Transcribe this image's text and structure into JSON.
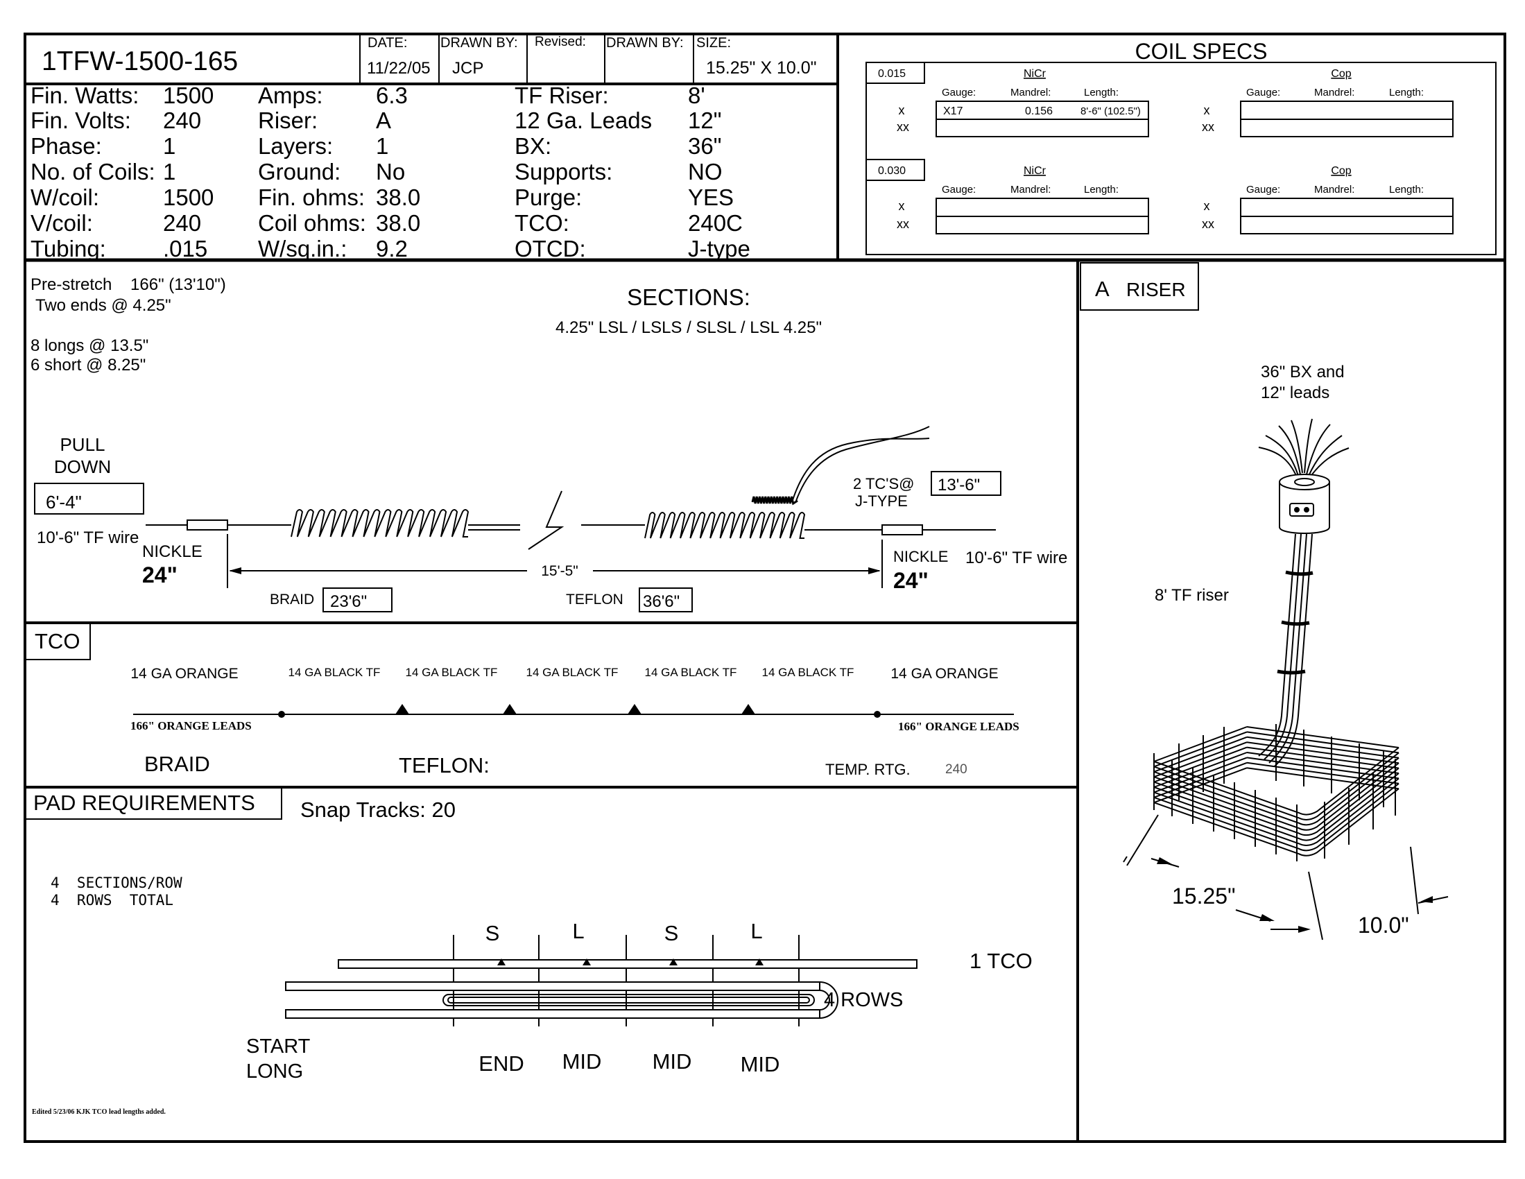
{
  "title_block": {
    "part_number": "1TFW-1500-165",
    "date_label": "DATE:",
    "date_value": "11/22/05",
    "drawn_by_label": "DRAWN BY:",
    "drawn_by_value": "JCP",
    "revised_label": "Revised:",
    "drawn_by2_label": "DRAWN BY:",
    "size_label": "SIZE:",
    "size_value": "15.25\" X 10.0\""
  },
  "specs": {
    "col1": [
      {
        "label": "Fin. Watts:",
        "value": "1500"
      },
      {
        "label": "Fin. Volts:",
        "value": "240"
      },
      {
        "label": "Phase:",
        "value": "1"
      },
      {
        "label": "No. of Coils:",
        "value": "1"
      },
      {
        "label": "W/coil:",
        "value": "1500"
      },
      {
        "label": "V/coil:",
        "value": "240"
      },
      {
        "label": "Tubing:",
        "value": ".015"
      }
    ],
    "col2": [
      {
        "label": "Amps:",
        "value": "6.3"
      },
      {
        "label": "Riser:",
        "value": "A"
      },
      {
        "label": "Layers:",
        "value": "1"
      },
      {
        "label": "Ground:",
        "value": "No"
      },
      {
        "label": "Fin. ohms:",
        "value": "38.0"
      },
      {
        "label": "Coil ohms:",
        "value": "38.0"
      },
      {
        "label": "W/sq.in.:",
        "value": "9.2"
      }
    ],
    "col3": [
      {
        "label": "TF Riser:",
        "value": "8'"
      },
      {
        "label": "12 Ga. Leads",
        "value": "12\""
      },
      {
        "label": "BX:",
        "value": "36\""
      },
      {
        "label": "Supports:",
        "value": "NO"
      },
      {
        "label": "Purge:",
        "value": "YES"
      },
      {
        "label": "TCO:",
        "value": "240C"
      },
      {
        "label": "OTCD:",
        "value": "J-type"
      }
    ]
  },
  "coil_specs": {
    "title": "COIL SPECS",
    "rows": [
      {
        "thickness": "0.015",
        "nicr_label": "NiCr",
        "cop_label": "Cop",
        "gauge_label": "Gauge:",
        "mandrel_label": "Mandrel:",
        "length_label": "Length:",
        "x_label": "x",
        "xx_label": "xx",
        "nicr_gauge": "X17",
        "nicr_mandrel": "0.156",
        "nicr_length": "8'-6\" (102.5\")"
      },
      {
        "thickness": "0.030",
        "nicr_label": "NiCr",
        "cop_label": "Cop",
        "gauge_label": "Gauge:",
        "mandrel_label": "Mandrel:",
        "length_label": "Length:",
        "x_label": "x",
        "xx_label": "xx",
        "nicr_gauge": "",
        "nicr_mandrel": "",
        "nicr_length": ""
      }
    ]
  },
  "sections": {
    "prestretch": "Pre-stretch    166\" (13'10\")",
    "two_ends": "Two ends @ 4.25\"",
    "longs": "8 longs @ 13.5\"",
    "shorts": "6 short @ 8.25\"",
    "title": "SECTIONS:",
    "pattern": "4.25\" LSL / LSLS / SLSL / LSL 4.25\"",
    "pull_down_1": "PULL",
    "pull_down_2": "DOWN",
    "pull_value": "6'-4\"",
    "tf_wire_left": "10'-6\" TF wire",
    "nickle_left": "NICKLE",
    "nickle_left_len": "24\"",
    "span": "15'-5\"",
    "braid_label": "BRAID",
    "braid_value": "23'6\"",
    "teflon_label": "TEFLON",
    "teflon_value": "36'6\"",
    "tc_label_1": "2 TC'S@",
    "tc_label_2": "J-TYPE",
    "tc_value": "13'-6\"",
    "nickle_right": "NICKLE",
    "nickle_right_len": "24\"",
    "tf_wire_right": "10'-6\" TF wire"
  },
  "riser": {
    "letter": "A",
    "title": "RISER",
    "bx_1": "36\" BX and",
    "bx_2": "12\" leads",
    "tf_riser": "8' TF riser",
    "dim_length": "15.25\"",
    "dim_width": "10.0\""
  },
  "tco": {
    "title": "TCO",
    "labels": [
      "14 GA ORANGE",
      "14 GA BLACK TF",
      "14 GA BLACK TF",
      "14 GA BLACK TF",
      "14 GA BLACK TF",
      "14 GA BLACK TF",
      "14 GA ORANGE"
    ],
    "lead_left": "166\" ORANGE LEADS",
    "lead_right": "166\" ORANGE LEADS",
    "braid": "BRAID",
    "teflon": "TEFLON:",
    "temp_label": "TEMP. RTG.",
    "temp_value": "240"
  },
  "pad": {
    "title": "PAD REQUIREMENTS",
    "snap_tracks": "Snap Tracks: 20",
    "per_row": "4  SECTIONS/ROW",
    "rows_total": "4  ROWS  TOTAL",
    "section_letters": [
      "S",
      "L",
      "S",
      "L"
    ],
    "tco_count": "1 TCO",
    "rows_label": "4 ROWS",
    "start_1": "START",
    "start_2": "LONG",
    "positions": [
      "END",
      "MID",
      "MID",
      "MID"
    ],
    "edit_note": "Edited 5/23/06 KJK TCO lead lengths added."
  }
}
